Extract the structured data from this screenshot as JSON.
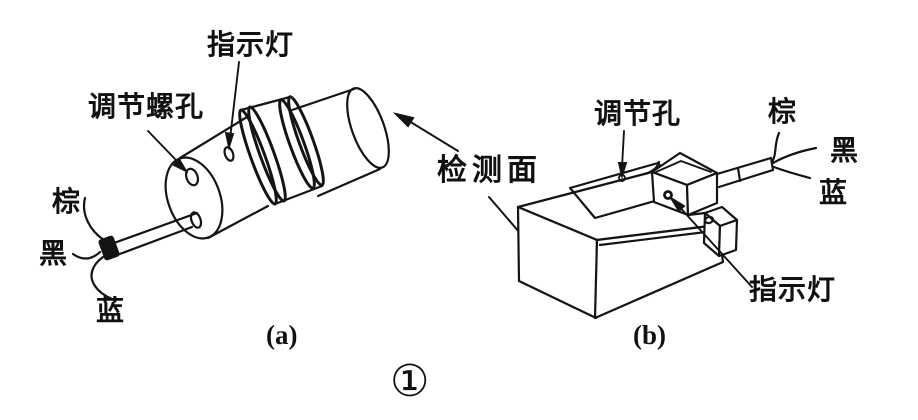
{
  "colors": {
    "line": "#141414",
    "background": "#ffffff"
  },
  "figure_caption": "①",
  "sensor_a": {
    "caption": "(a)",
    "label_indicator": "指示灯",
    "label_adjust_screw_hole": "调节螺孔",
    "label_wire_brown": "棕",
    "label_wire_black": "黑",
    "label_wire_blue": "蓝"
  },
  "detection_face_label": "检测面",
  "sensor_b": {
    "caption": "(b)",
    "label_adjust_hole": "调节孔",
    "label_wire_brown": "棕",
    "label_wire_black": "黑",
    "label_wire_blue": "蓝",
    "label_indicator": "指示灯"
  }
}
